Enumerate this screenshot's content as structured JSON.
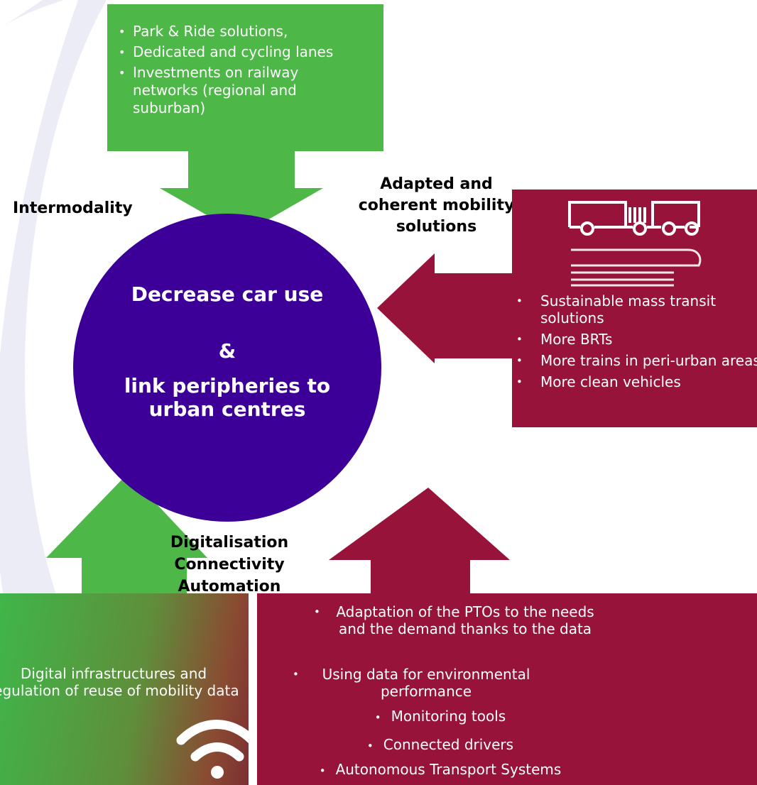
{
  "top_box": {
    "items": [
      "Park & Ride solutions,",
      "Dedicated and cycling lanes",
      "Investments on railway networks (regional and suburban)"
    ]
  },
  "labels": {
    "intermodality": "Intermodality",
    "adapted": "Adapted and coherent mobility solutions",
    "digital": "Digitalisation Connectivity Automation"
  },
  "center": {
    "line1": "Decrease car use",
    "amp": "&",
    "line2": "link peripheries to urban centres"
  },
  "right_box": {
    "items": [
      "Sustainable mass transit solutions",
      "More BRTs",
      "More trains in peri-urban areas",
      "More clean vehicles"
    ]
  },
  "bottom_right_box": {
    "items": [
      "Adaptation of the PTOs to the needs and the demand thanks to the data",
      "Using data for environmental performance",
      "Monitoring tools",
      "Connected drivers",
      "Autonomous Transport Systems"
    ]
  },
  "bottom_left_box": {
    "text": "Digital infrastructures and regulation of reuse of mobility data"
  },
  "colors": {
    "green": "#4db848",
    "purple": "#3c0099",
    "maroon": "#971339"
  }
}
